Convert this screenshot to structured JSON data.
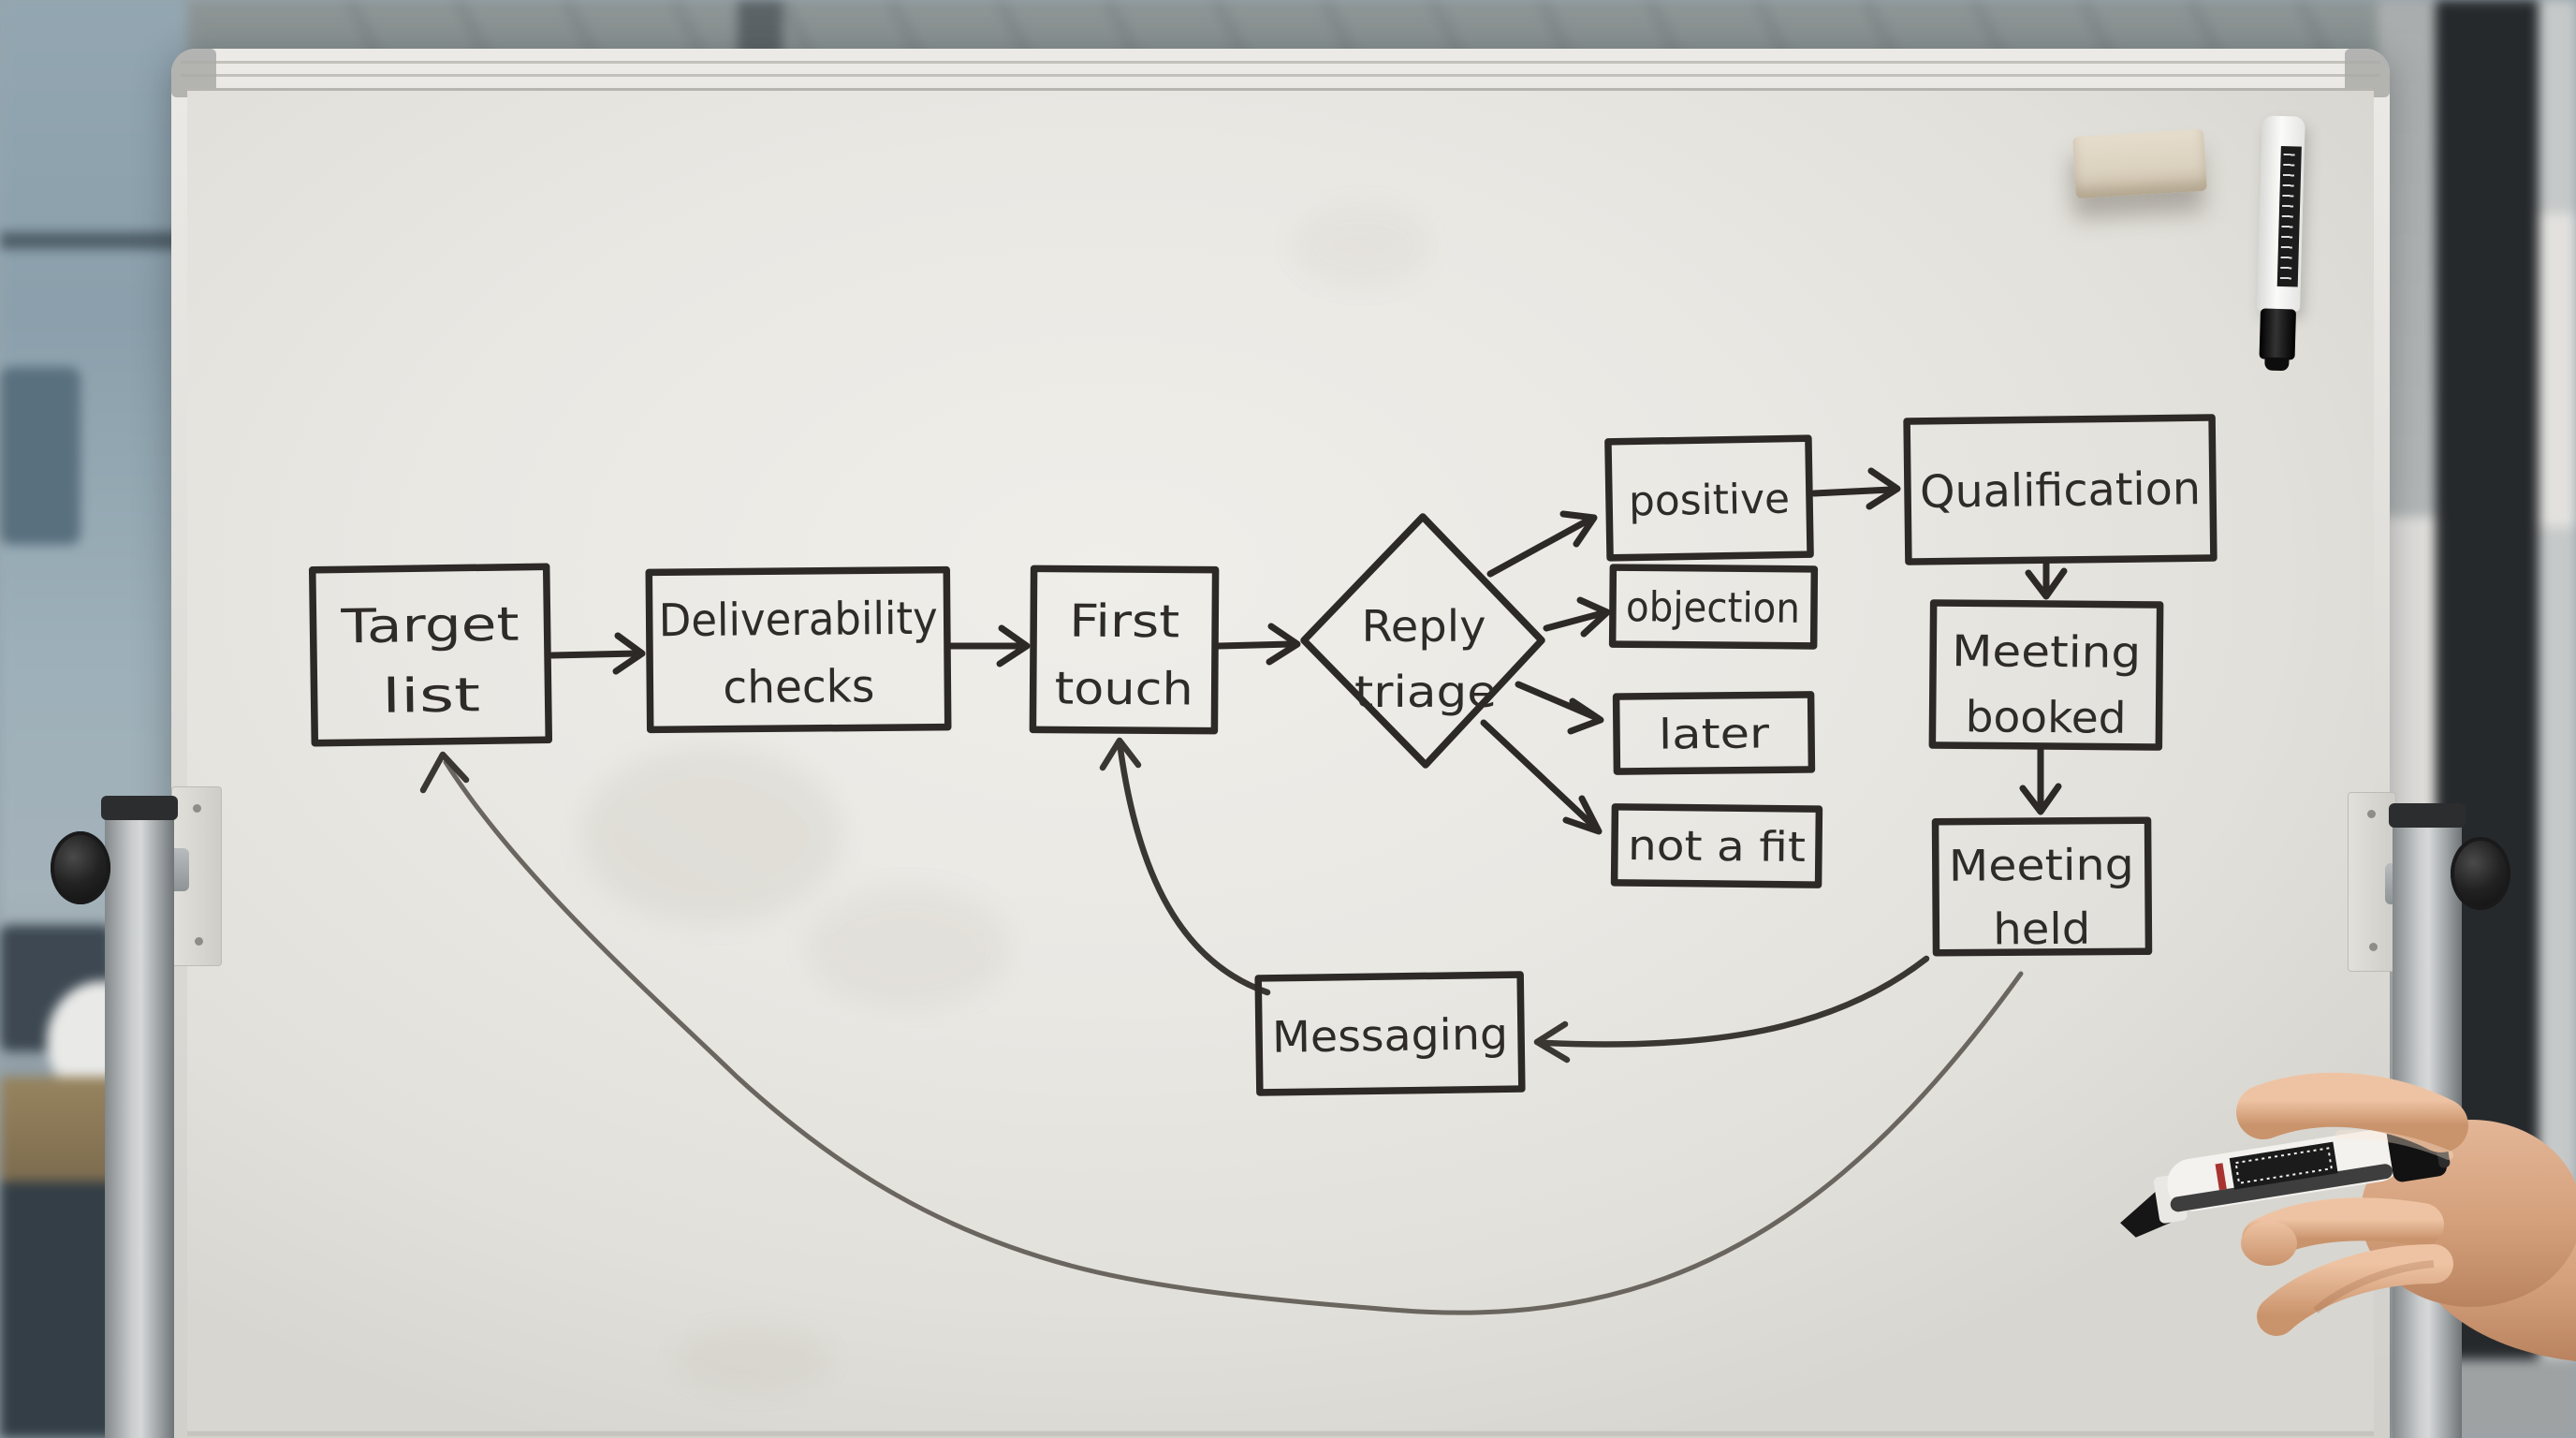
{
  "scene": {
    "type": "photo of office whiteboard with hand-drawn flowchart",
    "board_color": "#eae8e3",
    "ink_color": "#2e2b28",
    "objects": {
      "eraser": "whiteboard-eraser",
      "hanging_marker": "dry-erase-marker",
      "hand_marker": "dry-erase-marker-in-hand",
      "hand": "presenter-hand"
    }
  },
  "diagram": {
    "nodes": [
      {
        "id": "target-list",
        "shape": "rect",
        "label": "Target list",
        "lines": [
          "Target",
          "list"
        ]
      },
      {
        "id": "deliverability-checks",
        "shape": "rect",
        "label": "Deliverability checks",
        "lines": [
          "Deliverability",
          "checks"
        ]
      },
      {
        "id": "first-touch",
        "shape": "rect",
        "label": "First touch",
        "lines": [
          "First",
          "touch"
        ]
      },
      {
        "id": "reply-triage",
        "shape": "diamond",
        "label": "Reply triage",
        "lines": [
          "Reply",
          "triage"
        ]
      },
      {
        "id": "positive",
        "shape": "rect",
        "label": "positive",
        "lines": [
          "positive"
        ]
      },
      {
        "id": "objection",
        "shape": "rect",
        "label": "objection",
        "lines": [
          "objection"
        ]
      },
      {
        "id": "later",
        "shape": "rect",
        "label": "later",
        "lines": [
          "later"
        ]
      },
      {
        "id": "not-a-fit",
        "shape": "rect",
        "label": "not a fit",
        "lines": [
          "not a fit"
        ]
      },
      {
        "id": "qualification",
        "shape": "rect",
        "label": "Qualification",
        "lines": [
          "Qualification"
        ]
      },
      {
        "id": "meeting-booked",
        "shape": "rect",
        "label": "Meeting booked",
        "lines": [
          "Meeting",
          "booked"
        ]
      },
      {
        "id": "meeting-held",
        "shape": "rect",
        "label": "Meeting held",
        "lines": [
          "Meeting",
          "held"
        ]
      },
      {
        "id": "messaging",
        "shape": "rect",
        "label": "Messaging",
        "lines": [
          "Messaging"
        ]
      }
    ],
    "edges": [
      {
        "from": "target-list",
        "to": "deliverability-checks"
      },
      {
        "from": "deliverability-checks",
        "to": "first-touch"
      },
      {
        "from": "first-touch",
        "to": "reply-triage"
      },
      {
        "from": "reply-triage",
        "to": "positive"
      },
      {
        "from": "reply-triage",
        "to": "objection"
      },
      {
        "from": "reply-triage",
        "to": "later"
      },
      {
        "from": "reply-triage",
        "to": "not-a-fit"
      },
      {
        "from": "positive",
        "to": "qualification"
      },
      {
        "from": "qualification",
        "to": "meeting-booked"
      },
      {
        "from": "meeting-booked",
        "to": "meeting-held"
      },
      {
        "from": "meeting-held",
        "to": "messaging"
      },
      {
        "from": "messaging",
        "to": "first-touch"
      },
      {
        "from": "meeting-held",
        "to": "target-list"
      }
    ]
  }
}
